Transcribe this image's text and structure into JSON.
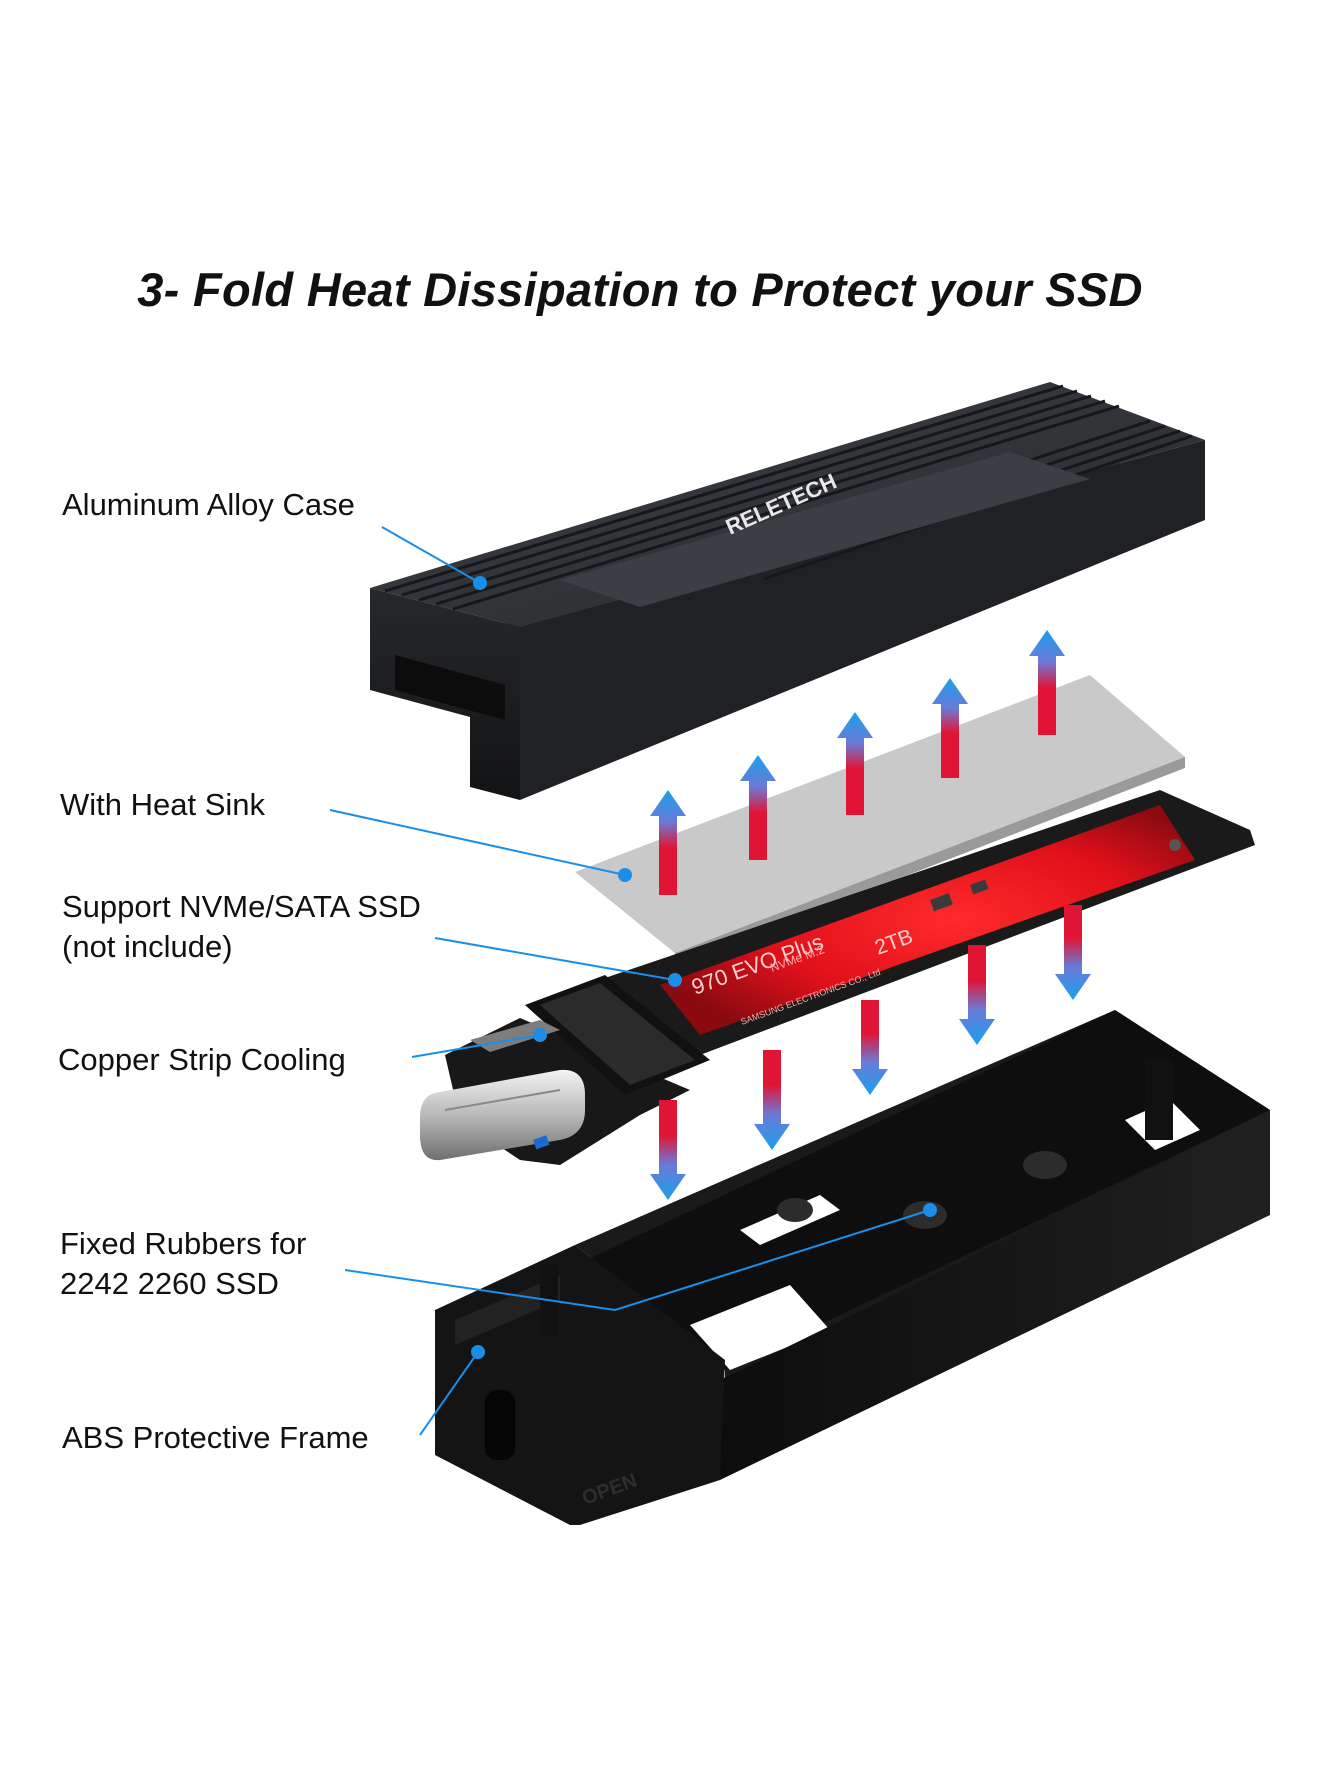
{
  "headline": "3- Fold Heat Dissipation to Protect your SSD",
  "brand": "RELETECH",
  "callouts": {
    "case": "Aluminum Alloy Case",
    "heatsink": "With Heat Sink",
    "ssd_line1": "Support NVMe/SATA SSD",
    "ssd_line2": "(not include)",
    "copper": "Copper Strip Cooling",
    "rubbers_line1": "Fixed Rubbers for",
    "rubbers_line2": "2242 2260 SSD",
    "frame": "ABS Protective Frame"
  },
  "ssd_label": {
    "model": "970 EVO Plus",
    "capacity": "2TB",
    "interface": "NVMe M.2",
    "maker": "SAMSUNG ELECTRONICS CO., Ltd"
  },
  "frame_marking": "OPEN",
  "colors": {
    "callout_line": "#1a8ee8",
    "arrow_blue": "#1aa0ea",
    "arrow_red": "#e01535",
    "case_body": "#2c2e31",
    "heat_pad": "#c9c9c9",
    "ssd_pcb": "#1b1b1b",
    "ssd_glow": "#ff1a1a",
    "frame_body": "#151515"
  },
  "icons": [
    "arrow-up-icon",
    "arrow-down-icon",
    "usb-c-connector-icon",
    "brand-logo-icon"
  ]
}
